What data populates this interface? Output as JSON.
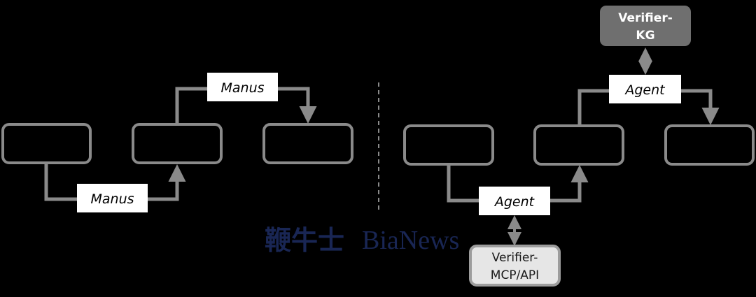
{
  "colors": {
    "background": "#000000",
    "node_stroke": "#8a8a8a",
    "connector": "#8a8a8a",
    "label_fill": "#ffffff",
    "label_text": "#000000",
    "verifier_kg_fill": "#6f6f6f",
    "verifier_kg_text": "#ffffff",
    "verifier_mcp_fill": "#e6e6e6",
    "verifier_mcp_stroke": "#9c9c9c",
    "verifier_mcp_text": "#1a1a1a",
    "divider": "#8a8a8a",
    "watermark": "#1c2a5c"
  },
  "left_diagram": {
    "top_label": "Manus",
    "bottom_label": "Manus"
  },
  "right_diagram": {
    "top_label": "Agent",
    "bottom_label": "Agent",
    "verifier_top": {
      "line1": "Verifier-",
      "line2": "KG"
    },
    "verifier_bottom": {
      "line1": "Verifier-",
      "line2": "MCP/API"
    }
  },
  "watermark": {
    "chinese": "鞭牛士",
    "latin": "BiaNews"
  }
}
